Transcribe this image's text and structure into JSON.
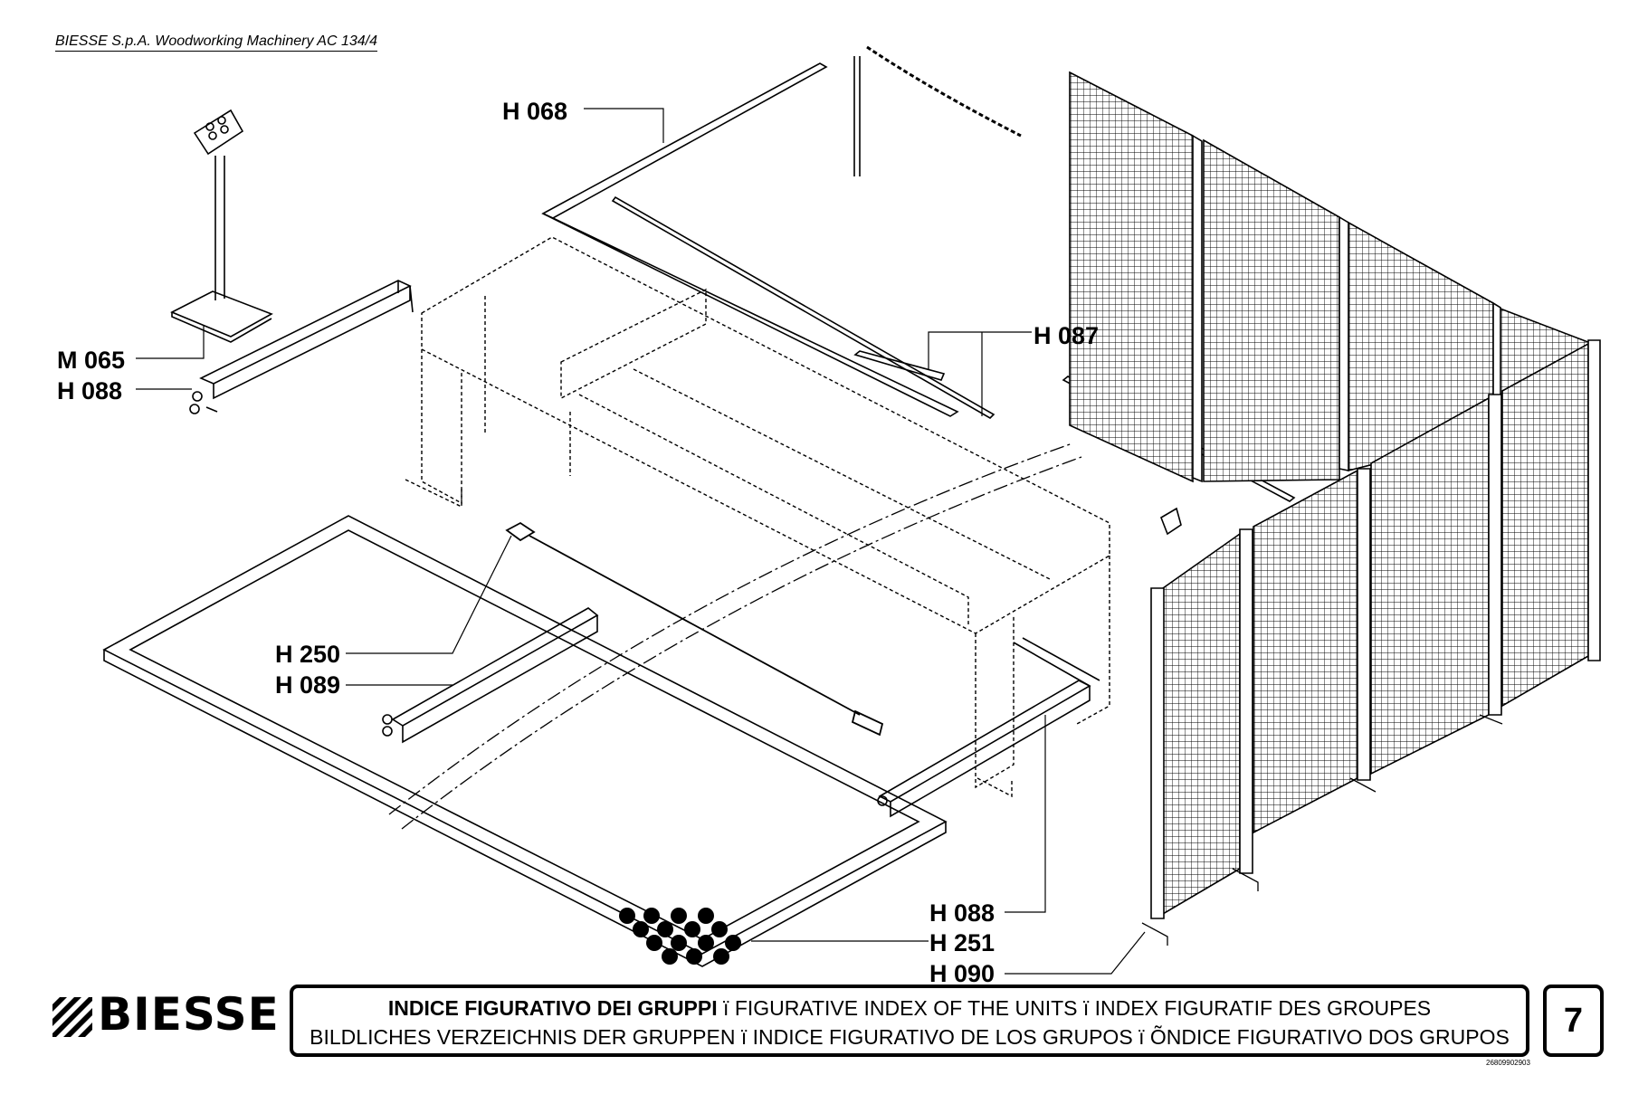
{
  "header": {
    "text": "BIESSE S.p.A. Woodworking Machinery   AC 134/4"
  },
  "part_labels": {
    "h068": "H 068",
    "m065": "M 065",
    "h088_top": "H 088",
    "h087": "H 087",
    "h250": "H 250",
    "h089": "H 089",
    "h088_bottom": "H 088",
    "h251": "H 251",
    "h090": "H 090"
  },
  "logo": {
    "text": "BIESSE"
  },
  "title": {
    "line1_it": "INDICE FIGURATIVO DEI GRUPPI",
    "line1_sep": "ï",
    "line1_en": "FIGURATIVE INDEX OF THE UNITS",
    "line1_sep2": "ï",
    "line1_fr": "INDEX FIGURATIF DES GROUPES",
    "line2_de": "BILDLICHES VERZEICHNIS DER GRUPPEN",
    "line2_sep": "ï",
    "line2_es": "INDICE FIGURATIVO DE LOS GRUPOS",
    "line2_sep2": "ï",
    "line2_pt": "ÕNDICE FIGURATIVO DOS GRUPOS"
  },
  "page_number": "7",
  "document_code": "26809902903",
  "colors": {
    "ink": "#000000",
    "paper": "#ffffff"
  }
}
